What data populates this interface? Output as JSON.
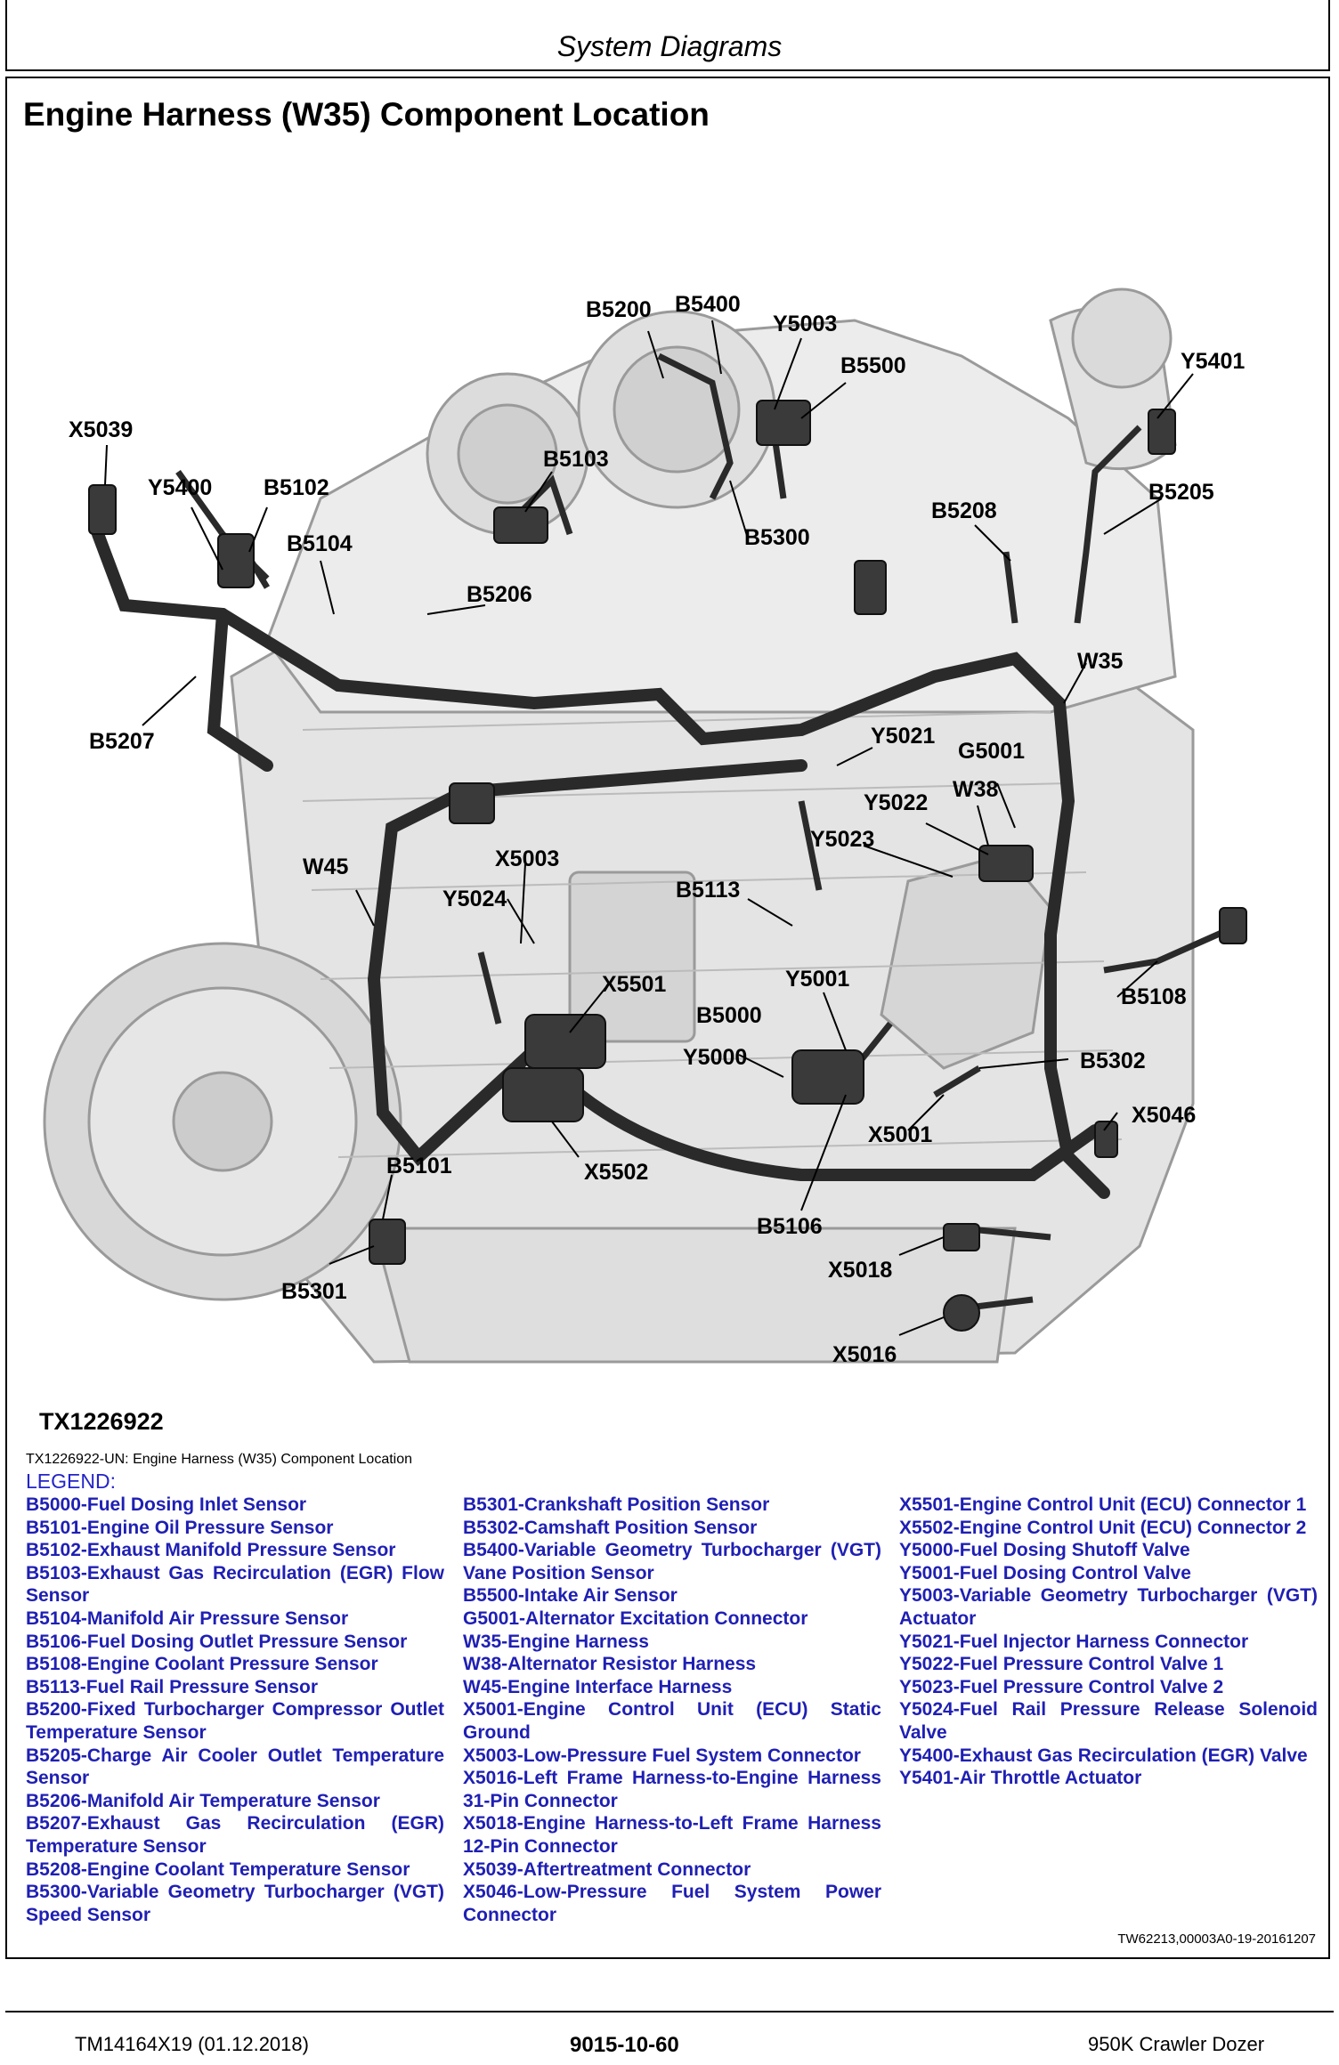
{
  "header": {
    "section": "System Diagrams"
  },
  "title": "Engine Harness (W35) Component Location",
  "figure": {
    "id": "TX1226922",
    "callouts": [
      "B5200",
      "B5400",
      "Y5003",
      "B5500",
      "Y5401",
      "X5039",
      "B5103",
      "Y5400",
      "B5102",
      "B5104",
      "B5300",
      "B5208",
      "B5205",
      "B5206",
      "W35",
      "B5207",
      "Y5021",
      "G5001",
      "Y5022",
      "W38",
      "Y5023",
      "W45",
      "X5003",
      "Y5024",
      "B5113",
      "X5501",
      "Y5001",
      "B5000",
      "B5108",
      "Y5000",
      "B5302",
      "X5046",
      "X5001",
      "B5101",
      "X5502",
      "B5106",
      "X5018",
      "B5301",
      "X5016"
    ]
  },
  "caption": "TX1226922-UN: Engine Harness (W35) Component Location",
  "legend": {
    "title": "LEGEND:",
    "col1": [
      "B5000-Fuel Dosing Inlet Sensor",
      "B5101-Engine Oil Pressure Sensor",
      "B5102-Exhaust Manifold Pressure Sensor",
      "B5103-Exhaust Gas Recirculation (EGR) Flow Sensor",
      "B5104-Manifold Air Pressure Sensor",
      "B5106-Fuel Dosing Outlet Pressure Sensor",
      "B5108-Engine Coolant Pressure Sensor",
      "B5113-Fuel Rail Pressure Sensor",
      "B5200-Fixed Turbocharger Compressor Outlet Temperature Sensor",
      "B5205-Charge Air Cooler Outlet Temperature Sensor",
      "B5206-Manifold Air Temperature Sensor",
      "B5207-Exhaust Gas Recirculation (EGR) Temperature Sensor",
      "B5208-Engine Coolant Temperature Sensor",
      "B5300-Variable Geometry Turbocharger (VGT) Speed Sensor"
    ],
    "col2": [
      "B5301-Crankshaft Position Sensor",
      "B5302-Camshaft Position Sensor",
      "B5400-Variable Geometry Turbocharger (VGT) Vane Position Sensor",
      "B5500-Intake Air Sensor",
      "G5001-Alternator Excitation Connector",
      "W35-Engine Harness",
      "W38-Alternator Resistor Harness",
      "W45-Engine Interface Harness",
      "X5001-Engine Control Unit (ECU) Static Ground",
      "X5003-Low-Pressure Fuel System Connector",
      "X5016-Left Frame Harness-to-Engine Harness 31-Pin Connector",
      "X5018-Engine Harness-to-Left Frame Harness 12-Pin Connector",
      "X5039-Aftertreatment Connector",
      "X5046-Low-Pressure Fuel System Power Connector"
    ],
    "col3": [
      "X5501-Engine Control Unit (ECU) Connector 1",
      "X5502-Engine Control Unit (ECU) Connector 2",
      "Y5000-Fuel Dosing Shutoff Valve",
      "Y5001-Fuel Dosing Control Valve",
      "Y5003-Variable Geometry Turbocharger (VGT) Actuator",
      "Y5021-Fuel Injector Harness Connector",
      "Y5022-Fuel Pressure Control Valve 1",
      "Y5023-Fuel Pressure Control Valve 2",
      "Y5024-Fuel Rail Pressure Release Solenoid Valve",
      "Y5400-Exhaust Gas Recirculation (EGR) Valve",
      "Y5401-Air Throttle Actuator"
    ]
  },
  "doc_ref": "TW62213,00003A0-19-20161207",
  "footer": {
    "left": "TM14164X19 (01.12.2018)",
    "center": "9015-10-60",
    "right": "950K Crawler Dozer"
  }
}
